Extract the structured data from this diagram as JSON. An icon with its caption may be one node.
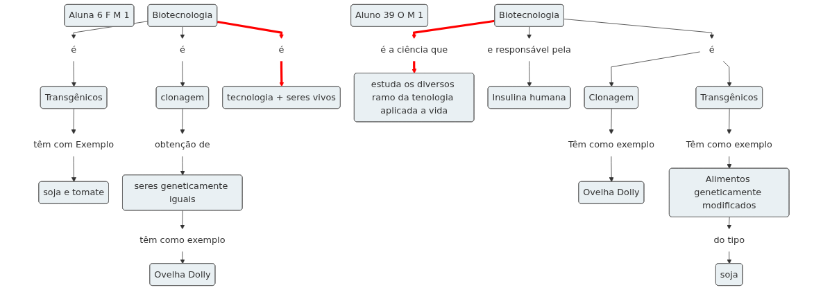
{
  "diagram": {
    "nodes": [
      {
        "text": [
          "Aluna 6 F M 1"
        ]
      },
      {
        "text": [
          "Transgênicos"
        ]
      },
      {
        "text": [
          "é"
        ]
      },
      {
        "text": [
          "Biotecnologia"
        ]
      },
      {
        "text": [
          "é"
        ]
      },
      {
        "text": [
          "clonagem"
        ]
      },
      {
        "text": [
          "têm com Exemplo"
        ]
      },
      {
        "text": [
          "é"
        ]
      },
      {
        "text": [
          "obtenção de"
        ]
      },
      {
        "text": [
          "soja e tomate"
        ]
      },
      {
        "text": [
          "tecnologia + seres vivos"
        ]
      },
      {
        "text": [
          "seres geneticamente iguais"
        ]
      },
      {
        "text": [
          "têm como exemplo"
        ]
      },
      {
        "text": [
          "Ovelha Dolly"
        ]
      },
      {
        "text": [
          "Aluno 39 O M 1"
        ]
      },
      {
        "text": [
          "estuda os diversos ramo da tenologia aplicada a vida"
        ]
      },
      {
        "text": [
          "Insulina humana"
        ]
      },
      {
        "text": [
          "é a ciência que"
        ]
      },
      {
        "text": [
          "e responsável pela"
        ]
      },
      {
        "text": [
          "Biotecnologia"
        ]
      },
      {
        "text": [
          "é"
        ]
      },
      {
        "text": [
          "Clonagem"
        ]
      },
      {
        "text": [
          "Transgênicos"
        ]
      },
      {
        "text": [
          "Têm como exemplo"
        ]
      },
      {
        "text": [
          "Têm como exemplo"
        ]
      },
      {
        "text": [
          "do tipo"
        ]
      },
      {
        "text": [
          "soja"
        ]
      },
      {
        "text": [
          "Ovelha Dolly"
        ]
      },
      {
        "text": [
          "Alimentos geneticamente modificados"
        ]
      }
    ],
    "edges": [
      {
        "from": 3,
        "to": 2,
        "arrow": "to"
      },
      {
        "from": 2,
        "to": 1,
        "arrow": "to"
      },
      {
        "from": 3,
        "to": 4,
        "arrow": "to"
      },
      {
        "from": 4,
        "to": 5,
        "arrow": "to"
      },
      {
        "from": 1,
        "to": 6,
        "arrow": "to"
      },
      {
        "from": 6,
        "to": 9,
        "arrow": "to"
      },
      {
        "from": 3,
        "to": 7,
        "arrow": "to",
        "style": "thick",
        "color": "#ff0000"
      },
      {
        "from": 7,
        "to": 10,
        "arrow": "to",
        "style": "thick",
        "color": "#ff0000"
      },
      {
        "from": 5,
        "to": 8,
        "arrow": "to"
      },
      {
        "from": 8,
        "to": 11,
        "arrow": "to"
      },
      {
        "from": 11,
        "to": 12,
        "arrow": "to"
      },
      {
        "from": 12,
        "to": 13,
        "arrow": "to"
      },
      {
        "from": 19,
        "to": 17,
        "arrow": "to",
        "style": "thick",
        "color": "#ff0000"
      },
      {
        "from": 17,
        "to": 15,
        "arrow": "to",
        "style": "thick",
        "color": "#ff0000"
      },
      {
        "from": 19,
        "to": 18,
        "arrow": "to"
      },
      {
        "from": 18,
        "to": 16,
        "arrow": "to"
      },
      {
        "from": 19,
        "to": 20,
        "arrow": "to"
      },
      {
        "from": 20,
        "to": 21,
        "arrow": "to"
      },
      {
        "from": 20,
        "to": 22,
        "arrow": "to"
      },
      {
        "from": 21,
        "to": 23,
        "arrow": "to"
      },
      {
        "from": 23,
        "to": 27,
        "arrow": "to"
      },
      {
        "from": 22,
        "to": 24,
        "arrow": "to"
      },
      {
        "from": 24,
        "to": 28,
        "arrow": "to"
      },
      {
        "from": 28,
        "to": 25,
        "arrow": "to"
      },
      {
        "from": 25,
        "to": 26,
        "arrow": "to"
      }
    ]
  }
}
